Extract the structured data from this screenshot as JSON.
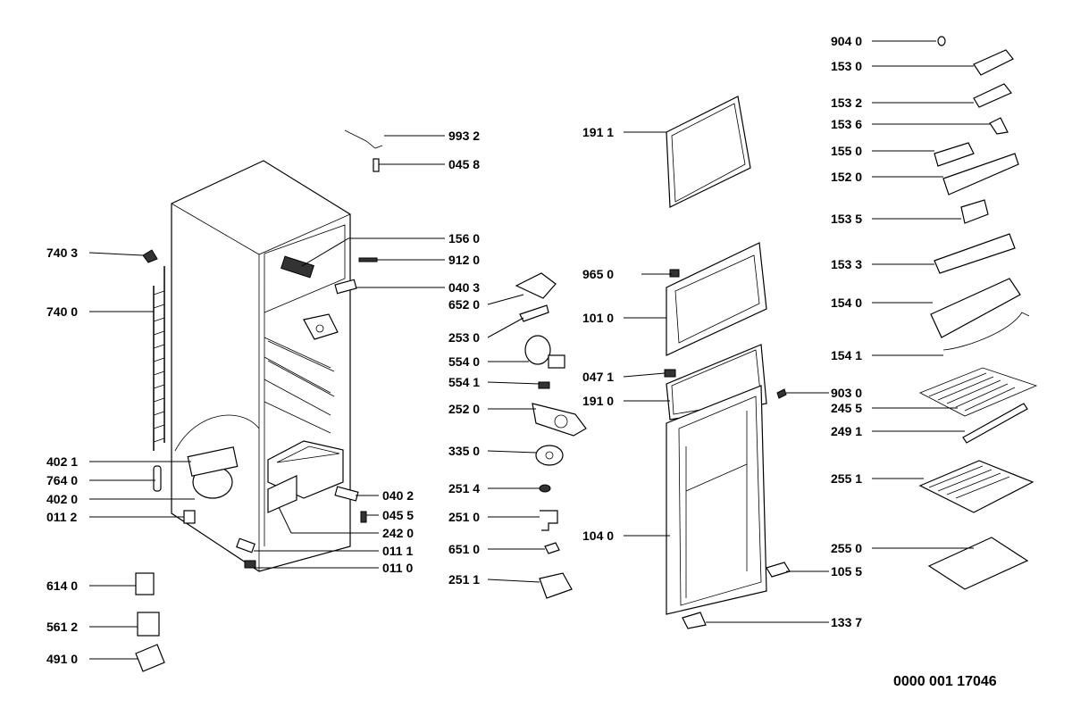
{
  "diagram": {
    "document_code": "0000 001 17046",
    "labels": {
      "p9040": "904 0",
      "p1530": "153 0",
      "p1532": "153 2",
      "p1536": "153 6",
      "p1550": "155 0",
      "p1520": "152 0",
      "p1535": "153 5",
      "p1533": "153 3",
      "p1540": "154 0",
      "p1541": "154 1",
      "p2455": "245 5",
      "p2491": "249 1",
      "p2551": "255 1",
      "p2550": "255 0",
      "p9932": "993 2",
      "p0458": "045 8",
      "p1911": "191 1",
      "p1560": "156 0",
      "p9120": "912 0",
      "p0403": "040 3",
      "p6520": "652 0",
      "p9650": "965 0",
      "p1010": "101 0",
      "p2530": "253 0",
      "p5540": "554 0",
      "p0471": "047 1",
      "p5541": "554 1",
      "p1910": "191 0",
      "p9030": "903 0",
      "p2520": "252 0",
      "p3350": "335 0",
      "p2514": "251 4",
      "p2510": "251 0",
      "p6510": "651 0",
      "p2511": "251 1",
      "p1040": "104 0",
      "p1055": "105 5",
      "p1337": "133 7",
      "p7403": "740 3",
      "p7400": "740 0",
      "p4021": "402 1",
      "p7640": "764 0",
      "p4020": "402 0",
      "p0112": "011 2",
      "p0402": "040 2",
      "p0455": "045 5",
      "p2420": "242 0",
      "p0111": "011 1",
      "p0110": "011 0",
      "p6140": "614 0",
      "p5612": "561 2",
      "p4910": "491 0"
    }
  }
}
